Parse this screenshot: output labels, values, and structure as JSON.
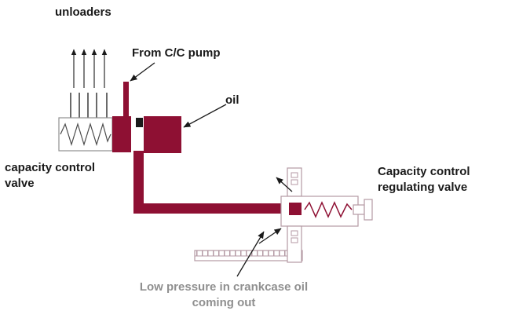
{
  "diagram": {
    "labels": {
      "unloaders": "unloaders",
      "from_cc_pump": "From C/C pump",
      "oil": "oil",
      "capacity_control_valve": "capacity control valve",
      "regulating_valve": "Capacity control regulating valve",
      "low_pressure": "Low pressure in crankcase oil coming out"
    },
    "colors": {
      "pipe_maroon": "#8e1033",
      "valve_outline": "#b49aa4",
      "box_outline": "#8f8f8f",
      "spring_dark": "#4a4a4a",
      "arrow_black": "#1a1a1a",
      "muted_text": "#8f8f8f",
      "background": "#ffffff"
    }
  }
}
